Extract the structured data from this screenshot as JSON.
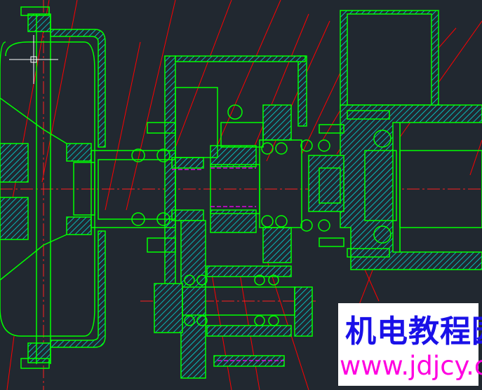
{
  "drawing": {
    "title": "Gearbox assembly section view",
    "colors": {
      "background": "#212830",
      "outline": "#00ff00",
      "hatch": "#00e5e5",
      "leader": "#ff0000",
      "centerline": "#ff2020",
      "hidden": "#ff00ff",
      "cursor": "#ffffff"
    }
  },
  "watermark": {
    "brand": "机电教程园",
    "url": "www.jdjcy.com"
  }
}
